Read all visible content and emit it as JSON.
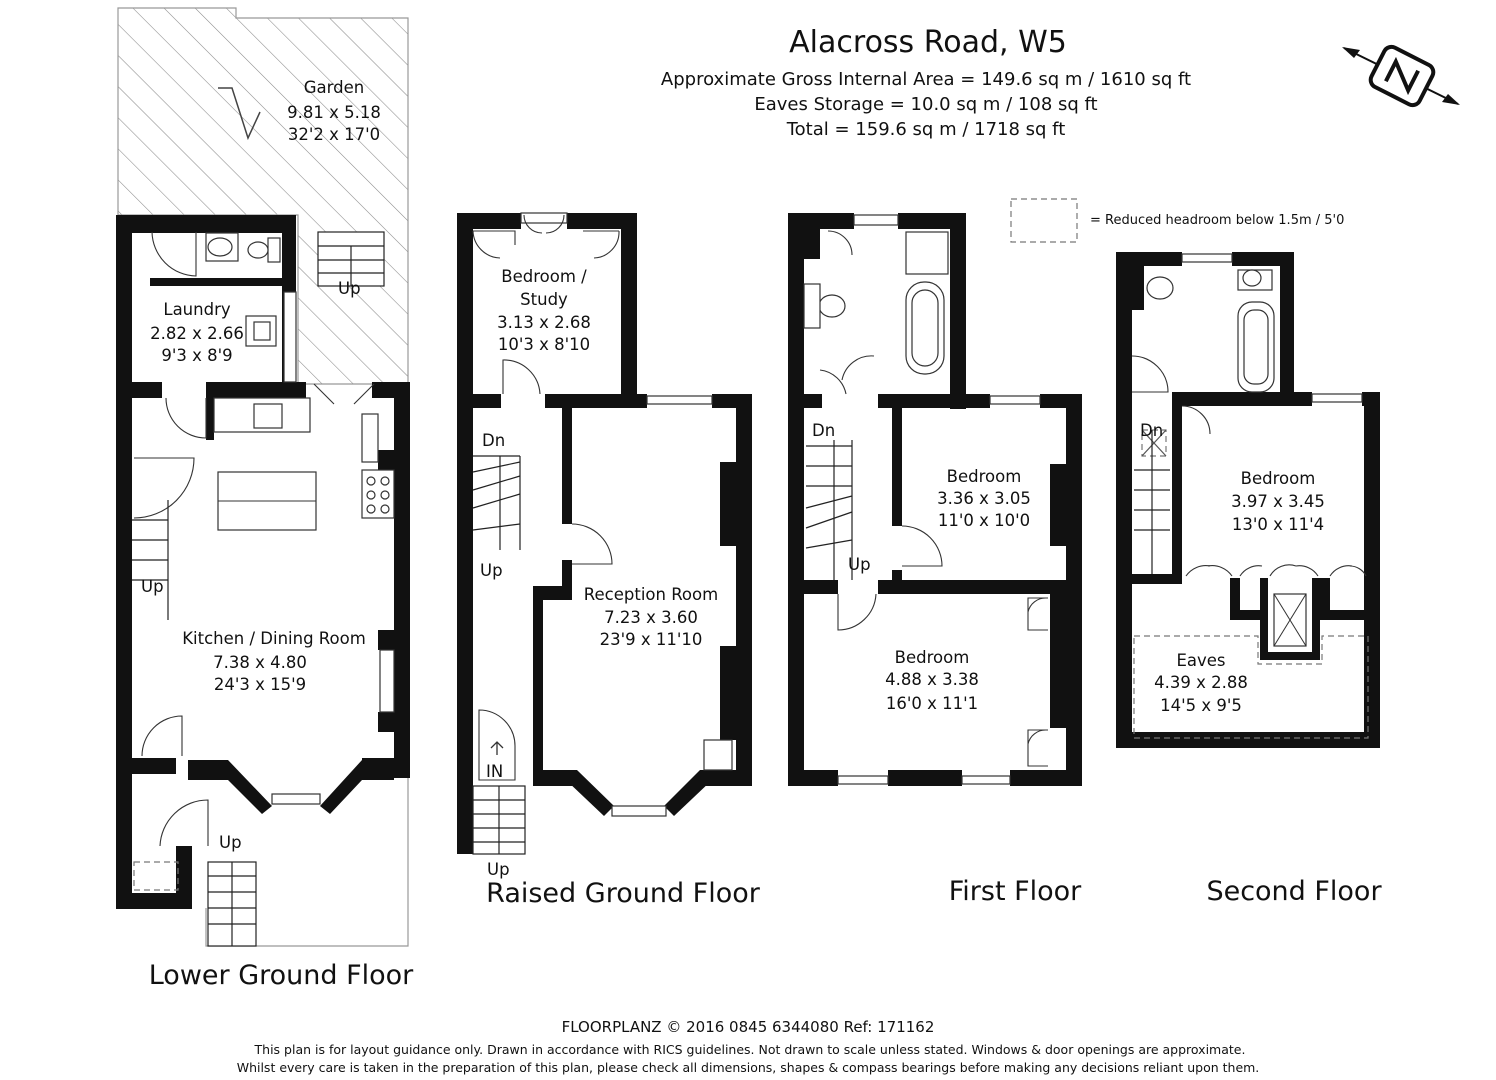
{
  "header": {
    "title": "Alacross Road, W5",
    "line1": "Approximate Gross Internal Area = 149.6 sq m / 1610 sq ft",
    "line2": "Eaves Storage = 10.0 sq m / 108 sq ft",
    "line3": "Total = 159.6 sq m / 1718 sq ft"
  },
  "compass": {
    "letter": "N",
    "icon": "north-compass-icon"
  },
  "legend": {
    "text": "= Reduced headroom below 1.5m / 5'0"
  },
  "floors": {
    "lower_ground": {
      "label": "Lower Ground Floor",
      "garden": {
        "name": "Garden",
        "metric": "9.81 x 5.18",
        "imperial": "32'2 x 17'0"
      },
      "laundry": {
        "name": "Laundry",
        "metric": "2.82 x 2.66",
        "imperial": "9'3 x 8'9"
      },
      "kitchen": {
        "name": "Kitchen / Dining Room",
        "metric": "7.38 x 4.80",
        "imperial": "24'3 x 15'9"
      },
      "stairs_up_1": "Up",
      "stairs_up_2": "Up",
      "stairs_up_3": "Up"
    },
    "raised_ground": {
      "label": "Raised Ground Floor",
      "bedroom_study": {
        "name1": "Bedroom /",
        "name2": "Study",
        "metric": "3.13 x 2.68",
        "imperial": "10'3 x 8'10"
      },
      "reception": {
        "name": "Reception Room",
        "metric": "7.23 x 3.60",
        "imperial": "23'9 x 11'10"
      },
      "dn": "Dn",
      "up": "Up",
      "entrance": "IN",
      "up_outside": "Up"
    },
    "first": {
      "label": "First Floor",
      "bedroom_a": {
        "name": "Bedroom",
        "metric": "3.36 x 3.05",
        "imperial": "11'0 x 10'0"
      },
      "bedroom_b": {
        "name": "Bedroom",
        "metric": "4.88 x 3.38",
        "imperial": "16'0 x 11'1"
      },
      "dn": "Dn",
      "up": "Up"
    },
    "second": {
      "label": "Second Floor",
      "bedroom": {
        "name": "Bedroom",
        "metric": "3.97 x 3.45",
        "imperial": "13'0 x 11'4"
      },
      "eaves": {
        "name": "Eaves",
        "metric": "4.39 x 2.88",
        "imperial": "14'5 x 9'5"
      },
      "dn": "Dn"
    }
  },
  "footer": {
    "credit": "FLOORPLANZ © 2016   0845 6344080   Ref: 171162",
    "disclaimer1": "This plan is for layout guidance only. Drawn in accordance with RICS guidelines. Not drawn to scale unless stated. Windows & door openings are approximate.",
    "disclaimer2": "Whilst every care is taken in the preparation of this plan, please check all dimensions, shapes & compass bearings before making any decisions reliant upon them."
  }
}
